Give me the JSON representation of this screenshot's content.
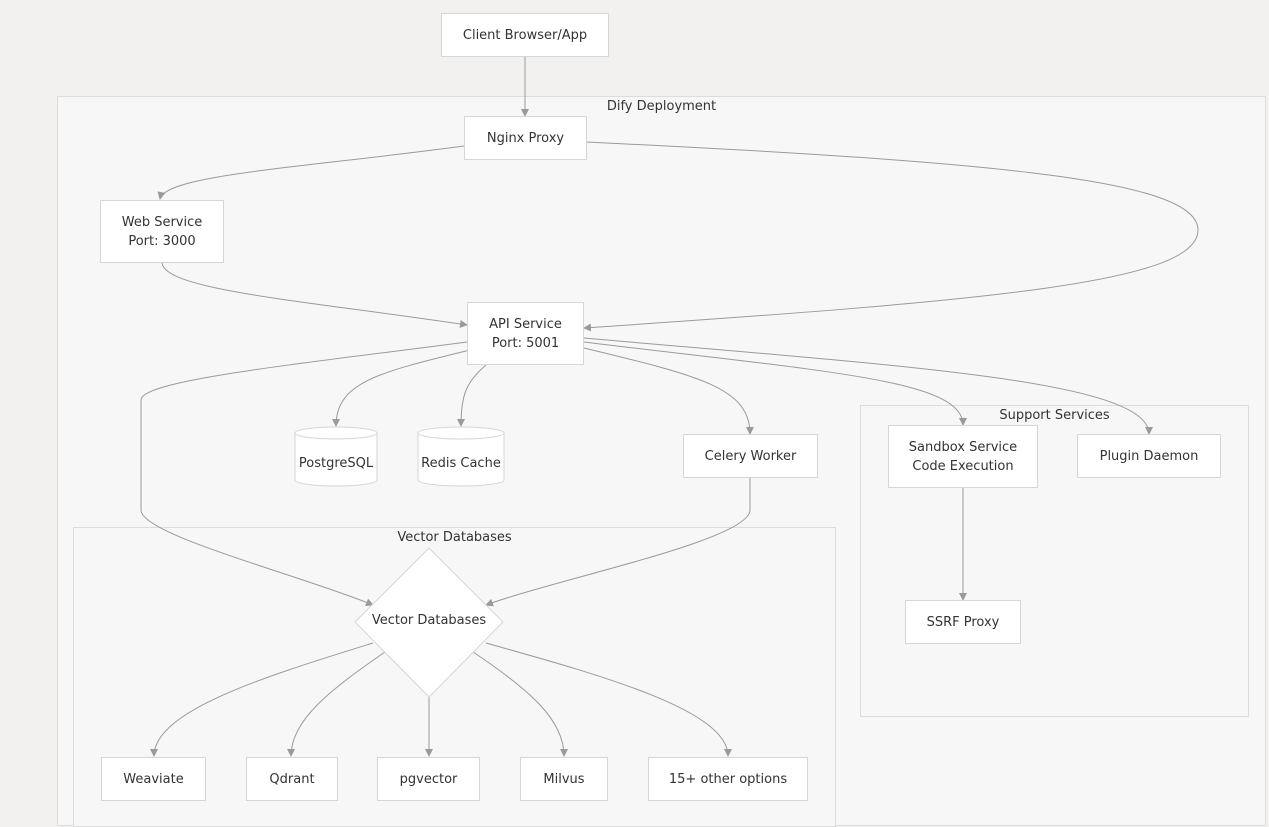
{
  "clusters": {
    "deployment": "Dify Deployment",
    "support": "Support Services",
    "vector": "Vector Databases"
  },
  "nodes": {
    "client": "Client Browser/App",
    "nginx": "Nginx Proxy",
    "web": "Web Service\nPort: 3000",
    "api": "API Service\nPort: 5001",
    "postgres": "PostgreSQL",
    "redis": "Redis Cache",
    "celery": "Celery Worker",
    "sandbox": "Sandbox Service\nCode Execution",
    "plugin": "Plugin Daemon",
    "ssrf": "SSRF Proxy",
    "vector_hub": "Vector Databases",
    "weaviate": "Weaviate",
    "qdrant": "Qdrant",
    "pgvector": "pgvector",
    "milvus": "Milvus",
    "others": "15+ other options"
  },
  "colors": {
    "edge": "#9a9a9a",
    "node_border": "#d6d6d6",
    "cluster_bg": "#f7f7f7",
    "page_bg": "#f2f1f0"
  }
}
